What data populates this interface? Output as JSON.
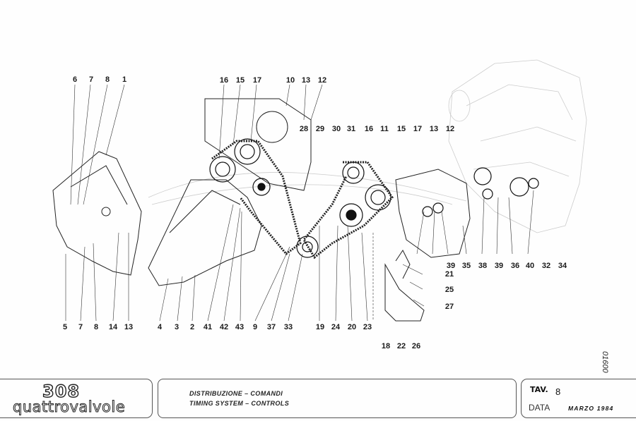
{
  "diagram": {
    "subject": "Ferrari 308 quattrovalvole timing belt system exploded view",
    "reference_code": "01600",
    "callouts_top_left": [
      "6",
      "7",
      "8",
      "1"
    ],
    "callouts_top_mid": [
      "16",
      "15",
      "17",
      "10",
      "13",
      "12"
    ],
    "callouts_row2": [
      "28",
      "29",
      "30",
      "31",
      "16",
      "11",
      "15",
      "17",
      "13",
      "12"
    ],
    "callouts_bottom": [
      "5",
      "7",
      "8",
      "14",
      "13",
      "4",
      "3",
      "2",
      "41",
      "42",
      "43",
      "9",
      "37",
      "33",
      "19",
      "24",
      "20",
      "23"
    ],
    "callouts_right_row": [
      "39",
      "35",
      "38",
      "39",
      "36",
      "40",
      "32",
      "34"
    ],
    "callouts_tensioner": [
      "21",
      "25",
      "27"
    ],
    "callouts_tensioner_bottom": [
      "18",
      "22",
      "26"
    ]
  },
  "titleblock": {
    "logo_model": "308",
    "logo_variant": "quattrovalvole",
    "title_it": "DISTRIBUZIONE – COMANDI",
    "title_en": "TIMING SYSTEM – CONTROLS",
    "tav_label": "TAV.",
    "tav_number": "8",
    "data_label": "DATA",
    "data_value": "MARZO 1984"
  }
}
